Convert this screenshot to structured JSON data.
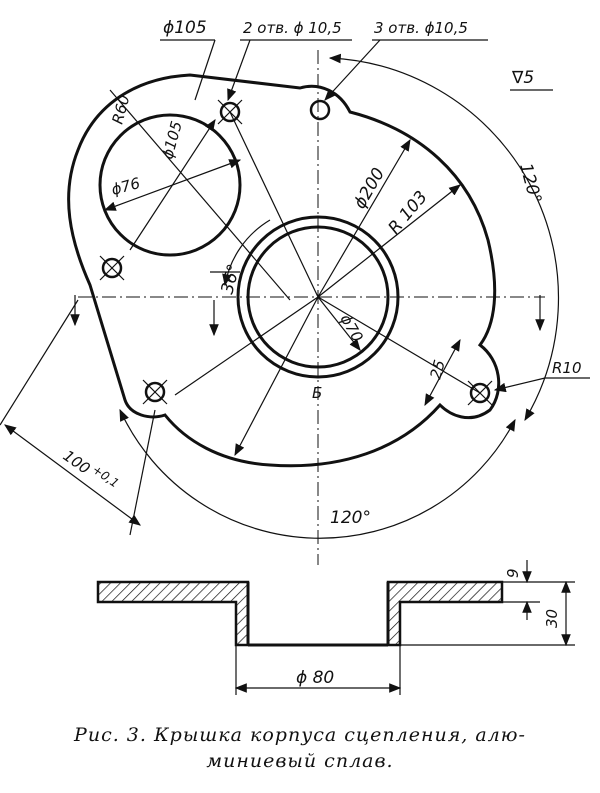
{
  "dimensions": {
    "d105": "ϕ105",
    "holes2": "2 отв. ϕ 10,5",
    "holes3": "3 отв. ϕ10,5",
    "roughness": "5",
    "r60": "R60",
    "d105_inner": "ϕ105",
    "d76": "ϕ76",
    "d200": "ϕ200",
    "r103": "R 103",
    "angle_120_right": "120°",
    "angle_36": "36°",
    "d70": "ϕ70",
    "dim_25": "25",
    "r10": "R10",
    "tol_100": "100",
    "tol_100_sup": "+0,1",
    "angle_120_bottom": "120°",
    "label_b": "Б",
    "h9": "9",
    "h30": "30",
    "d80": "ϕ 80"
  },
  "caption": {
    "line1": "Рис. 3. Крышка корпуса сцепления, алю-",
    "line2": "миниевый сплав."
  }
}
